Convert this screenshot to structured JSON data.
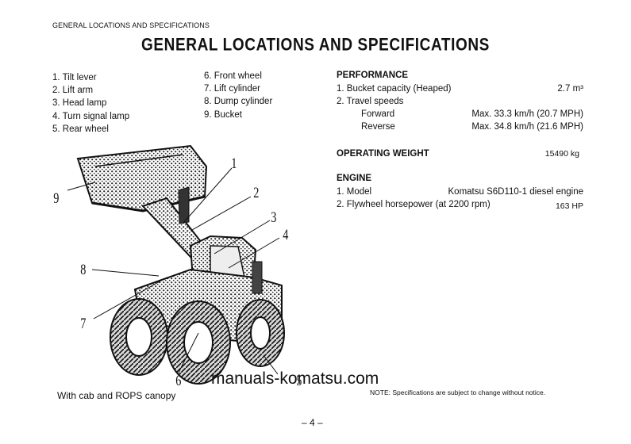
{
  "header": {
    "running_title": "GENERAL LOCATIONS AND SPECIFICATIONS"
  },
  "title": "GENERAL LOCATIONS AND SPECIFICATIONS",
  "parts_left": [
    "1. Tilt lever",
    "2. Lift arm",
    "3. Head lamp",
    "4. Turn signal lamp",
    "5. Rear wheel"
  ],
  "parts_right": [
    "6. Front wheel",
    "7. Lift cylinder",
    "8. Dump cylinder",
    "9. Bucket"
  ],
  "performance": {
    "heading": "PERFORMANCE",
    "bucket_label": "1. Bucket capacity (Heaped)",
    "bucket_value": "2.7 m³",
    "travel_label": "2. Travel speeds",
    "forward_label": "Forward",
    "forward_value": "Max. 33.3 km/h (20.7 MPH)",
    "reverse_label": "Reverse",
    "reverse_value": "Max. 34.8 km/h (21.6 MPH)"
  },
  "operating_weight": {
    "heading": "OPERATING WEIGHT",
    "value": "15490 kg"
  },
  "engine": {
    "heading": "ENGINE",
    "model_label": "1. Model",
    "model_value": "Komatsu S6D110-1 diesel engine",
    "hp_label": "2. Flywheel horsepower (at 2200 rpm)",
    "hp_value": "163 HP"
  },
  "callouts": [
    "1",
    "2",
    "3",
    "4",
    "5",
    "6",
    "7",
    "8",
    "9"
  ],
  "caption": "With cab and ROPS canopy",
  "watermark": "manuals-komatsu.com",
  "note": "NOTE: Specifications are subject to change without notice.",
  "page_number": "– 4 –"
}
